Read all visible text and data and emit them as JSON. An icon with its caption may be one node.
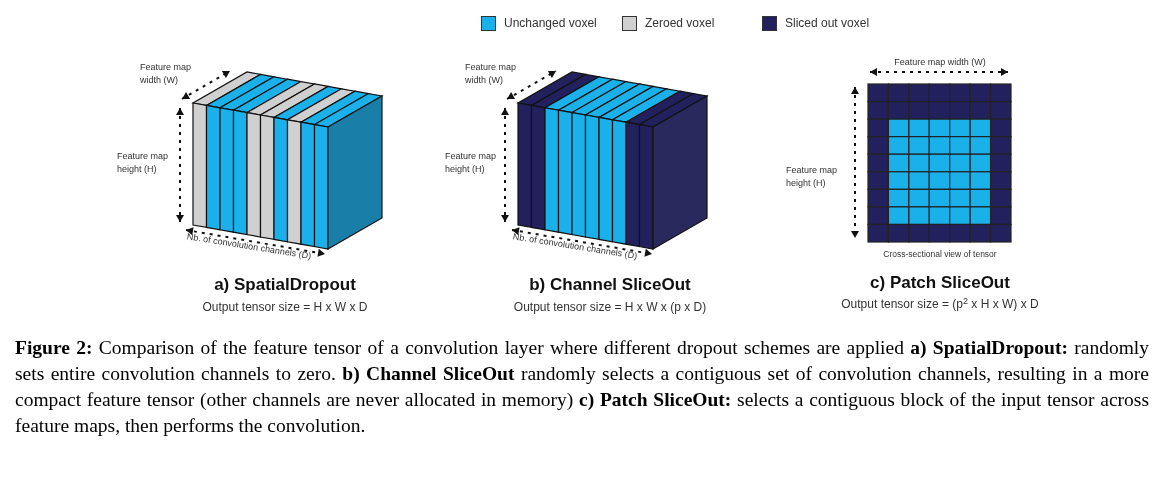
{
  "diagram": {
    "caption": "**Figure 2:** Comparison of the feature tensor of a convolution layer where different dropout schemes are applied **a) SpatialDropout:** randomly sets entire convolution channels to zero. **b) Channel SliceOut** randomly selects a contiguous set of convolution channels, resulting in a more compact feature tensor (other channels are never allocated in memory) **c) Patch SliceOut:** selects a contiguous block of the input tensor across feature maps, then performs the convolution.",
    "labels": [
      "Feature map width (W)",
      "Feature map height (H)",
      "Nb. of convolution channels (D)",
      "a) SpatialDropout",
      "Output tensor size = H x W x D",
      "Feature map width (W)",
      "Feature map height (H)",
      "Nb. of convolution channels (D)",
      "b) Channel SliceOut",
      "Output tensor size = H x W x (p x D)",
      "Feature map width (W)",
      "Feature map height (H)",
      "Cross-sectional view of tensor",
      "c) Patch SliceOut",
      "Output tensor size = (p$^{2}$ x H x W) x D"
    ],
    "legend": [
      {
        "text": "Unchanged voxel",
        "color": "#1ab0ea"
      },
      {
        "text": "Zeroed voxel",
        "color": "#d0d0d0"
      },
      {
        "text": "Sliced out voxel",
        "color": "#22215e"
      }
    ]
  }
}
